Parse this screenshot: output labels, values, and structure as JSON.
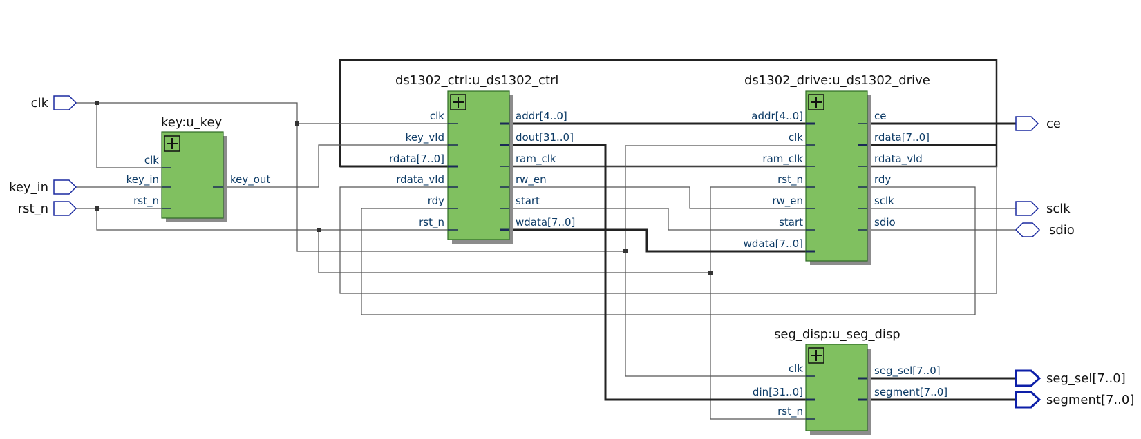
{
  "colors": {
    "block_fill": "#80c060",
    "block_stroke": "#2e6b24",
    "shadow": "#8c8c8c",
    "pin_stroke": "#1b2aa0",
    "port_text": "#0d3b66"
  },
  "inputs": [
    {
      "id": "clk",
      "label": "clk",
      "kind": "input"
    },
    {
      "id": "key_in",
      "label": "key_in",
      "kind": "input"
    },
    {
      "id": "rst_n",
      "label": "rst_n",
      "kind": "input"
    }
  ],
  "outputs": [
    {
      "id": "ce",
      "label": "ce",
      "kind": "output"
    },
    {
      "id": "sclk",
      "label": "sclk",
      "kind": "output"
    },
    {
      "id": "sdio",
      "label": "sdio",
      "kind": "inout"
    },
    {
      "id": "seg_sel",
      "label": "seg_sel[7..0]",
      "kind": "output-bus"
    },
    {
      "id": "segment",
      "label": "segment[7..0]",
      "kind": "output-bus"
    }
  ],
  "blocks": {
    "key": {
      "name": "key:u_key",
      "inputs": [
        "clk",
        "key_in",
        "rst_n"
      ],
      "outputs": [
        "key_out"
      ]
    },
    "ctrl": {
      "name": "ds1302_ctrl:u_ds1302_ctrl",
      "inputs": [
        "clk",
        "key_vld",
        "rdata[7..0]",
        "rdata_vld",
        "rdy",
        "rst_n"
      ],
      "outputs": [
        "addr[4..0]",
        "dout[31..0]",
        "ram_clk",
        "rw_en",
        "start",
        "wdata[7..0]"
      ]
    },
    "drive": {
      "name": "ds1302_drive:u_ds1302_drive",
      "inputs": [
        "addr[4..0]",
        "clk",
        "ram_clk",
        "rst_n",
        "rw_en",
        "start",
        "wdata[7..0]"
      ],
      "outputs": [
        "ce",
        "rdata[7..0]",
        "rdata_vld",
        "rdy",
        "sclk",
        "sdio"
      ]
    },
    "seg": {
      "name": "seg_disp:u_seg_disp",
      "inputs": [
        "clk",
        "din[31..0]",
        "rst_n"
      ],
      "outputs": [
        "seg_sel[7..0]",
        "segment[7..0]"
      ]
    }
  }
}
